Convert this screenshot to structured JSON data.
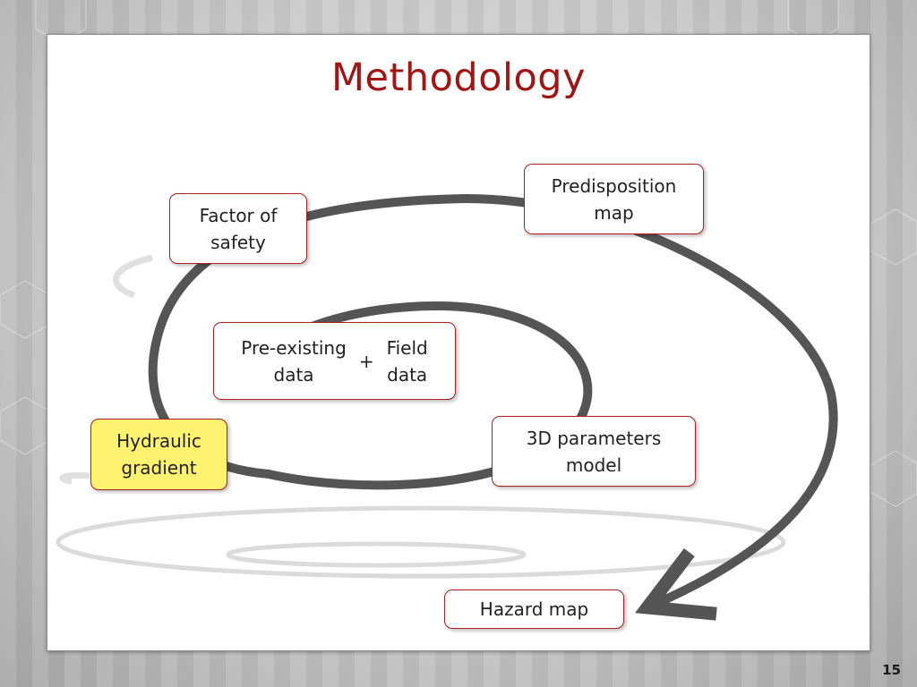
{
  "title": "Methodology",
  "boxes": {
    "predisposition": "Predisposition\nmap",
    "factor_of_safety": "Factor of\nsafety",
    "pre_existing": "Pre-existing\ndata",
    "plus": "+",
    "field_data": "Field\ndata",
    "hydraulic_gradient": "Hydraulic\ngradient",
    "parameters_model": "3D parameters\nmodel",
    "hazard_map": "Hazard map"
  },
  "highlight_color": "#fff26e",
  "accent_color": "#a31515",
  "page_number": "15"
}
